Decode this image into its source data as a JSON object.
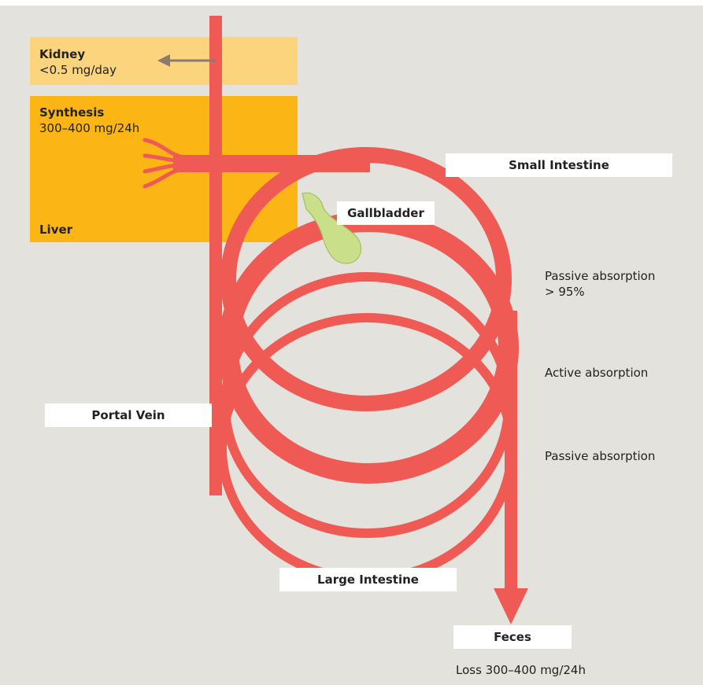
{
  "kidney": {
    "title": "Kidney",
    "value": "<0.5 mg/day"
  },
  "synthesis": {
    "title": "Synthesis",
    "value": "300–400 mg/24h"
  },
  "liver": {
    "title": "Liver"
  },
  "labels": {
    "small_intestine": "Small Intestine",
    "gallbladder": "Gallbladder",
    "portal_vein": "Portal Vein",
    "large_intestine": "Large Intestine",
    "feces": "Feces"
  },
  "absorption": {
    "passive_1_line1": "Passive absorption",
    "passive_1_line2": "> 95%",
    "active": "Active absorption",
    "passive_2": "Passive absorption"
  },
  "loss": "Loss 300–400 mg/24h",
  "colors": {
    "background": "#e4e2dc",
    "kidney_box": "#fcd47d",
    "liver_box": "#fbb616",
    "bile_flow": "#f05a55",
    "gallbladder": "#c9df8a",
    "kidney_arrow": "#8c7a6e"
  }
}
